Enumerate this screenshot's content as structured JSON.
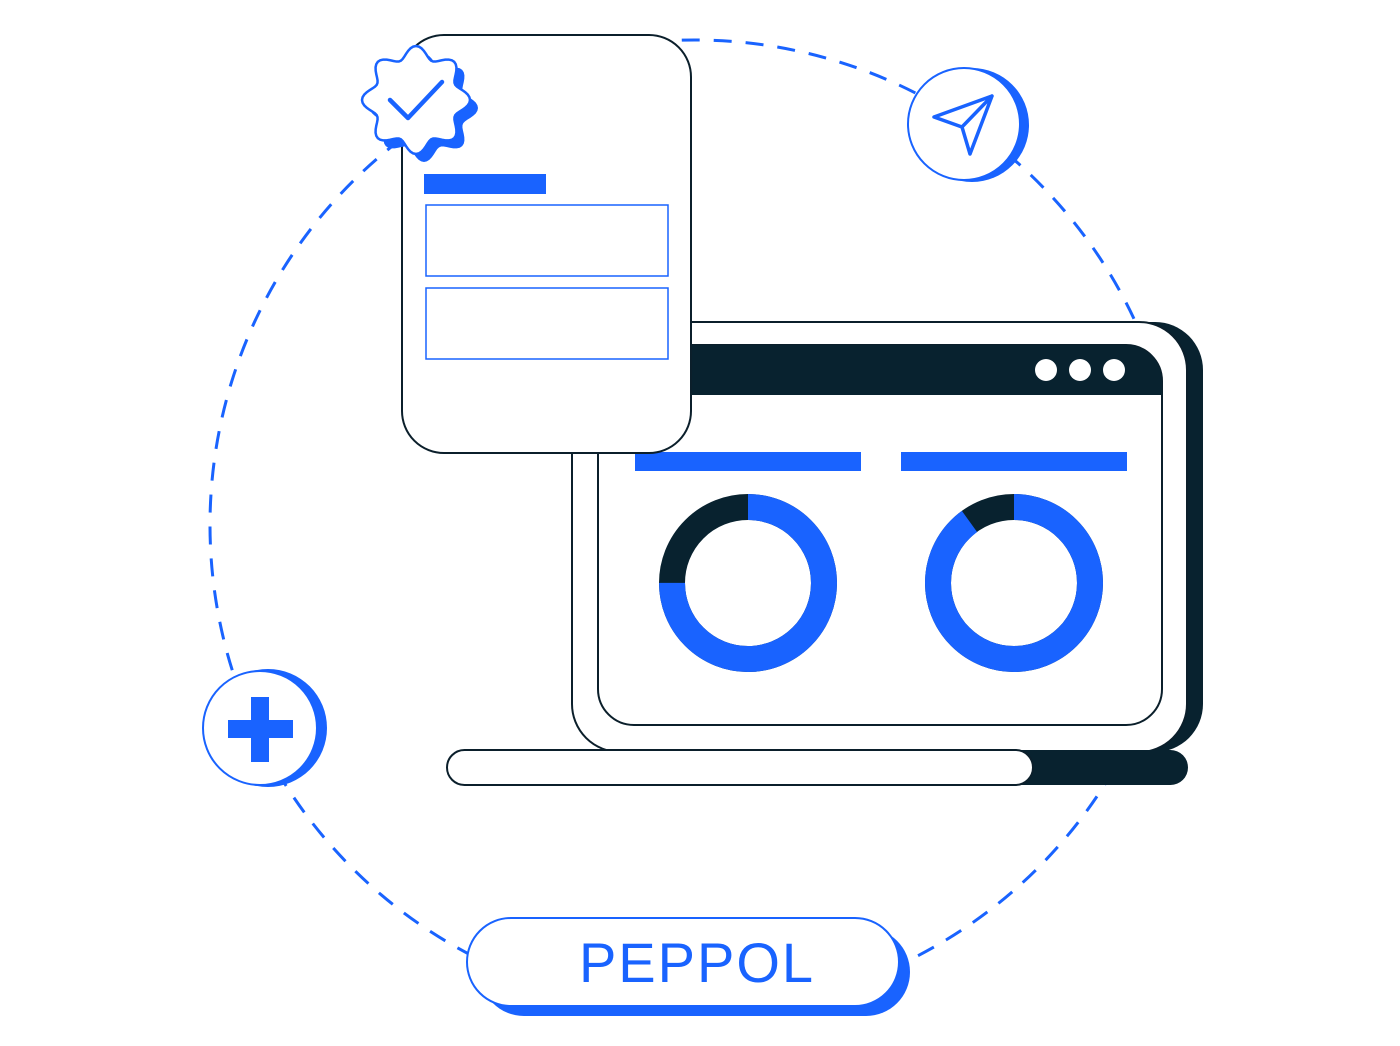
{
  "badge_label": "PEPPOL",
  "colors": {
    "accent_blue": "#1963FF",
    "dark_navy": "#08222F",
    "background": "#FFFFFF",
    "outline": "#0B1F2B"
  },
  "icons": {
    "verified": "check-badge-icon",
    "send": "paper-plane-icon",
    "add": "plus-icon",
    "window_menu": "three-dots-icon"
  },
  "donuts": [
    {
      "blue_fraction": 0.75
    },
    {
      "blue_fraction": 0.9
    }
  ]
}
